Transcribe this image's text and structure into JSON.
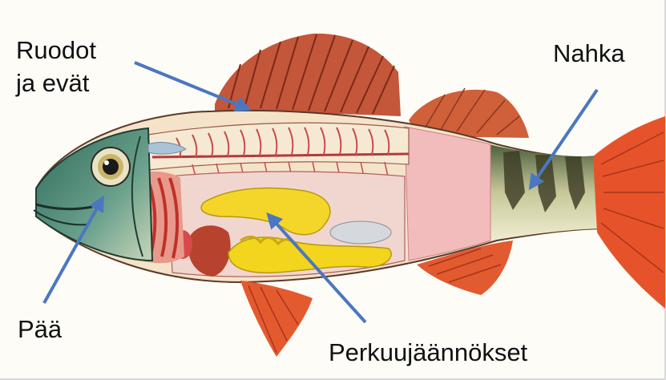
{
  "labels": {
    "ruodot_line1": "Ruodot",
    "ruodot_line2": "ja evät",
    "nahka": "Nahka",
    "paa": "Pää",
    "perkuu": "Perkuujäännökset"
  },
  "colors": {
    "arrow": "#4a77c0",
    "fin": "#e0552e",
    "flesh": "#f1c0c0",
    "guts": "#f2d51c",
    "head": "#4f8a78"
  }
}
